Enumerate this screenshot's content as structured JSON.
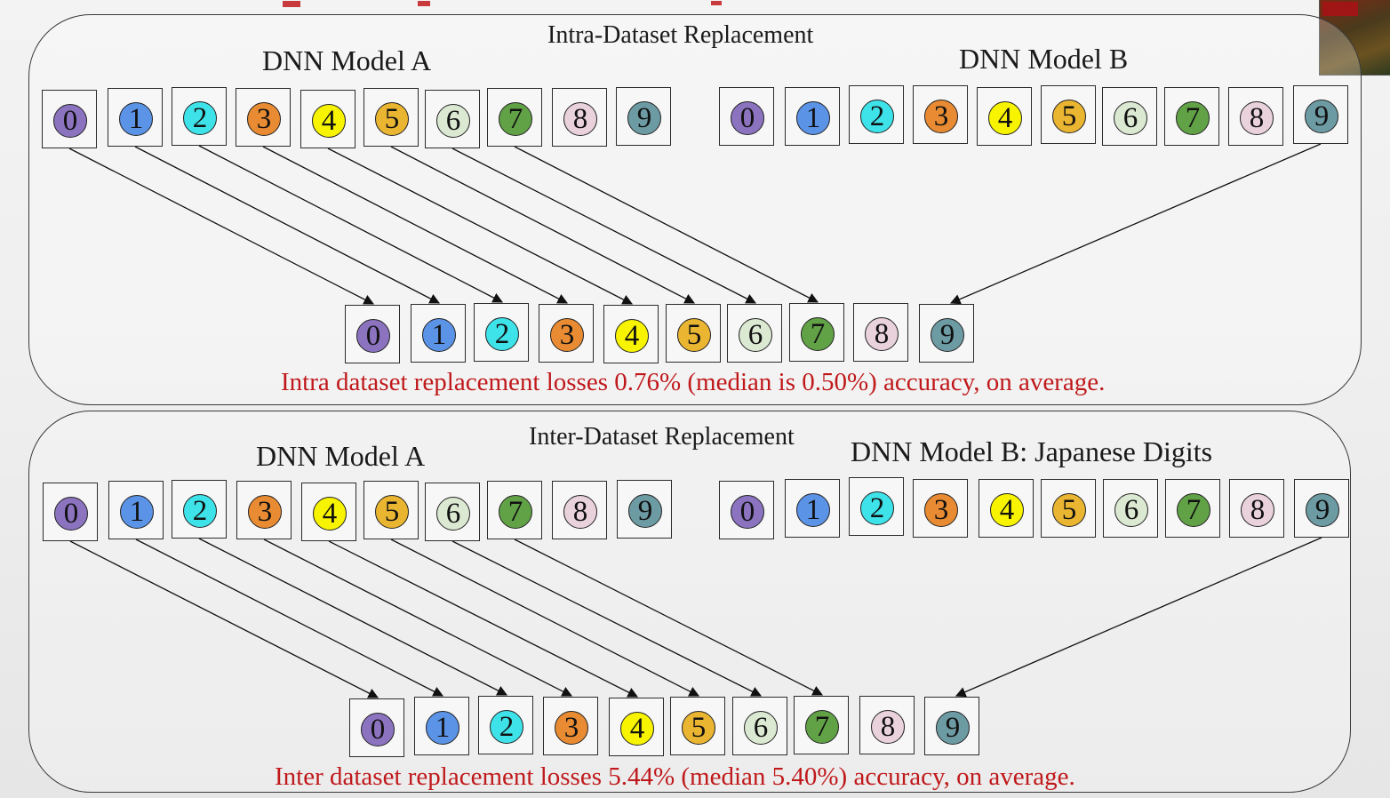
{
  "colors": [
    "#8b73c0",
    "#5b93e6",
    "#3ee3ea",
    "#e88b32",
    "#f8f400",
    "#eab531",
    "#dbe9d2",
    "#62a247",
    "#ead2dc",
    "#6d9ba4"
  ],
  "accent_text_color": "#c0191b",
  "digits": [
    "0",
    "1",
    "2",
    "3",
    "4",
    "5",
    "6",
    "7",
    "8",
    "9"
  ],
  "panels": [
    {
      "title": "Intra-Dataset Replacement",
      "model_a": "DNN Model A",
      "model_b": "DNN Model B",
      "caption": "Intra dataset replacement losses 0.76% (median is 0.50%) accuracy, on average.",
      "source_to_target": [
        {
          "from": "A",
          "index": 0,
          "to": 0
        },
        {
          "from": "A",
          "index": 1,
          "to": 1
        },
        {
          "from": "A",
          "index": 2,
          "to": 2
        },
        {
          "from": "A",
          "index": 3,
          "to": 3
        },
        {
          "from": "A",
          "index": 4,
          "to": 4
        },
        {
          "from": "A",
          "index": 5,
          "to": 5
        },
        {
          "from": "A",
          "index": 6,
          "to": 6
        },
        {
          "from": "A",
          "index": 7,
          "to": 7
        },
        {
          "from": "B",
          "index": 9,
          "to": 9
        }
      ]
    },
    {
      "title": "Inter-Dataset Replacement",
      "model_a": "DNN Model A",
      "model_b": "DNN Model B: Japanese Digits",
      "caption": "Inter dataset replacement losses 5.44% (median 5.40%) accuracy, on average.",
      "source_to_target": [
        {
          "from": "A",
          "index": 0,
          "to": 0
        },
        {
          "from": "A",
          "index": 1,
          "to": 1
        },
        {
          "from": "A",
          "index": 2,
          "to": 2
        },
        {
          "from": "A",
          "index": 3,
          "to": 3
        },
        {
          "from": "A",
          "index": 4,
          "to": 4
        },
        {
          "from": "A",
          "index": 5,
          "to": 5
        },
        {
          "from": "A",
          "index": 6,
          "to": 6
        },
        {
          "from": "A",
          "index": 7,
          "to": 7
        },
        {
          "from": "B",
          "index": 9,
          "to": 9
        }
      ]
    }
  ]
}
